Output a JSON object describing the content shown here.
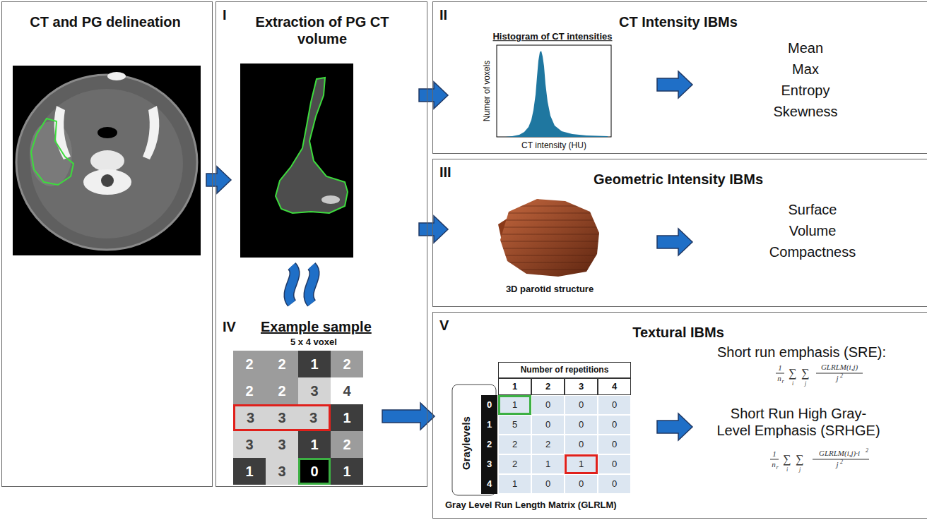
{
  "diagram": {
    "nodes": [
      {
        "text": [
          "CT and PG delineation"
        ]
      },
      {
        "text": [
          "I",
          "Extraction of PG CT volume"
        ]
      },
      {
        "text": [
          "IV",
          "Example sample",
          "5 x 4 voxel"
        ],
        "in": 1
      },
      {
        "text": [
          "II",
          "CT Intensity IBMs"
        ]
      },
      {
        "text": [
          "III",
          "Geometric Intensity IBMs"
        ]
      },
      {
        "text": [
          "V",
          "Textural IBMs"
        ]
      }
    ],
    "edges": [
      {
        "from": 0,
        "to": 1,
        "arrow": "to"
      },
      {
        "from": 1,
        "to": 3,
        "arrow": "to"
      },
      {
        "from": 1,
        "to": 4,
        "arrow": "to"
      },
      {
        "from": 2,
        "to": 5,
        "arrow": "to"
      }
    ],
    "labels": [
      "Histogram of CT intensities",
      "Numer of voxels",
      "CT intensity (HU)",
      "Mean",
      "Max",
      "Entropy",
      "Skewness",
      "3D parotid structure",
      "Surface",
      "Volume",
      "Compactness",
      "2",
      "2",
      "1",
      "2",
      "2",
      "2",
      "3",
      "4",
      "3",
      "3",
      "3",
      "1",
      "3",
      "3",
      "1",
      "2",
      "1",
      "3",
      "0",
      "1",
      "Number of repetitions",
      "1",
      "2",
      "3",
      "4",
      "Graylevels",
      "0",
      "1",
      "2",
      "3",
      "4",
      "1",
      "0",
      "0",
      "0",
      "5",
      "0",
      "0",
      "0",
      "2",
      "2",
      "0",
      "0",
      "2",
      "1",
      "1",
      "0",
      "1",
      "0",
      "0",
      "0",
      "Gray Level Run Length Matrix (GLRLM)",
      "Short run emphasis (SRE):",
      "1",
      "n",
      "r",
      "∑",
      "i",
      "∑",
      "j",
      "GLRLM(i,j)",
      "j",
      "2",
      "Short Run High Gray-Level Emphasis (SRHGE)",
      "1",
      "n",
      "r",
      "∑",
      "i",
      "∑",
      "j",
      "GLRLM(i,j)·i",
      "2",
      "j",
      "2"
    ]
  }
}
